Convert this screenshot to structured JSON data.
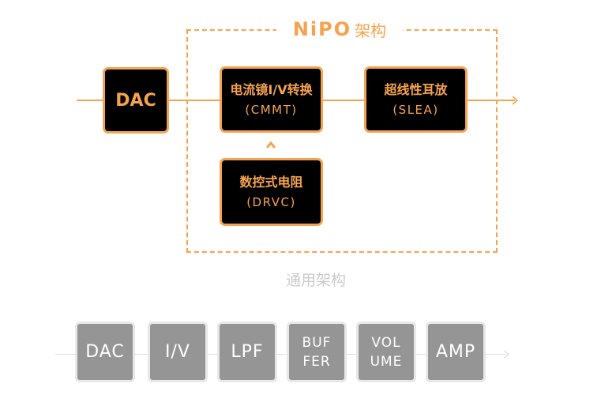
{
  "nipo_architecture": {
    "logo": "NiPO",
    "title": "架构",
    "blocks": {
      "dac": {
        "label": "DAC"
      },
      "cmmt": {
        "line1": "电流镜I/V转换",
        "line2": "(CMMT)"
      },
      "slea": {
        "line1": "超线性耳放",
        "line2": "(SLEA)"
      },
      "drvc": {
        "line1": "数控式电阻",
        "line2": "(DRVC)"
      }
    },
    "accent_color": "#f7a34e"
  },
  "generic_architecture": {
    "caption": "通用架构",
    "blocks": [
      {
        "line1": "DAC",
        "line2": ""
      },
      {
        "line1": "I/V",
        "line2": ""
      },
      {
        "line1": "LPF",
        "line2": ""
      },
      {
        "line1": "BUF",
        "line2": "FER"
      },
      {
        "line1": "VOL",
        "line2": "UME"
      },
      {
        "line1": "AMP",
        "line2": ""
      }
    ],
    "box_color": "#959595"
  }
}
